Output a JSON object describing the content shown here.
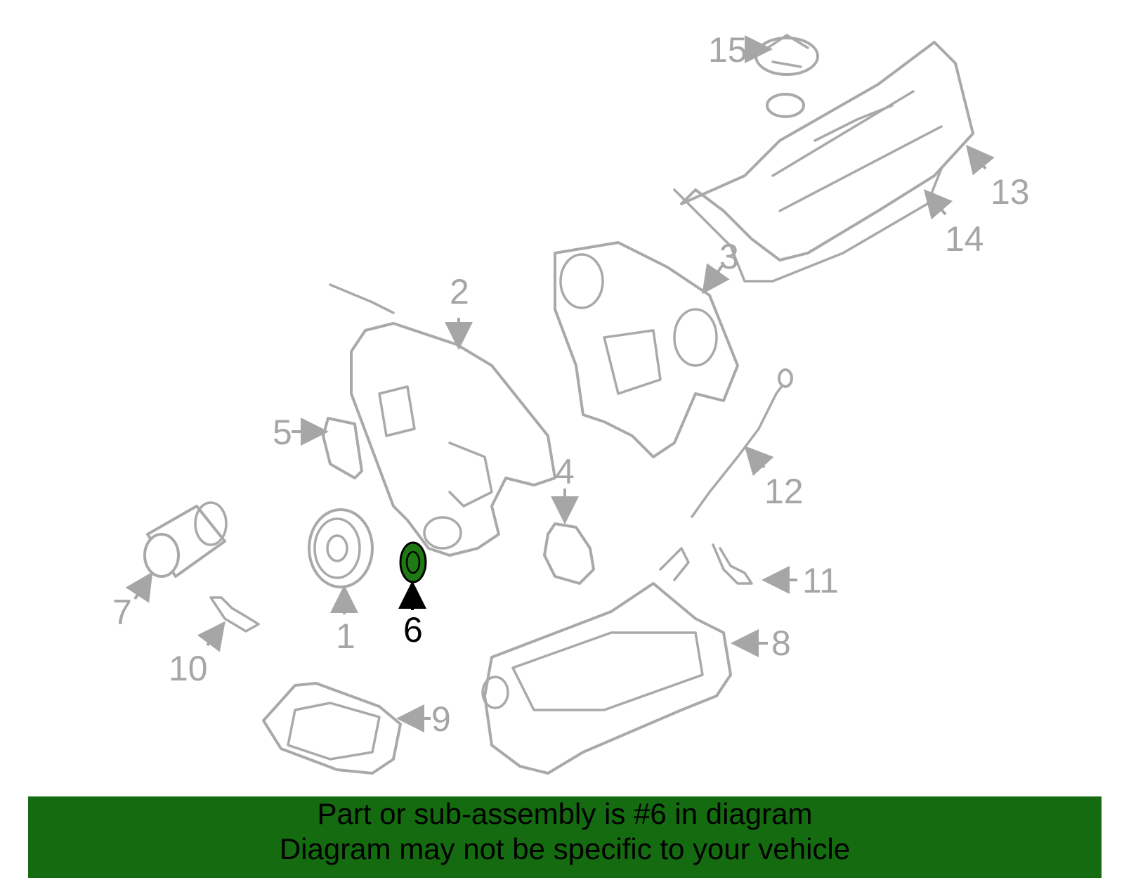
{
  "diagram": {
    "highlight_color": "#1f7a14",
    "part_color": "#a9a9a9",
    "callouts": [
      "1",
      "2",
      "3",
      "4",
      "5",
      "6",
      "7",
      "8",
      "9",
      "10",
      "11",
      "12",
      "13",
      "14",
      "15"
    ],
    "highlighted_callout": "6"
  },
  "banner": {
    "line1": "Part or sub-assembly is #6 in diagram",
    "line2": "Diagram may not be specific to your vehicle",
    "background": "#146b10"
  }
}
